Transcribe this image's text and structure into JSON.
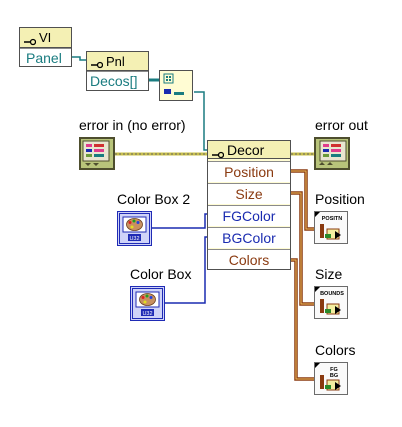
{
  "vi_node": {
    "title": "VI",
    "property": "Panel"
  },
  "pnl_node": {
    "title": "Pnl",
    "property": "Decos[]"
  },
  "decor_node": {
    "title": "Decor",
    "properties": [
      {
        "label": "Position",
        "color": "#8a3a10"
      },
      {
        "label": "Size",
        "color": "#8a3a10"
      },
      {
        "label": "FGColor",
        "color": "#1a2bb0"
      },
      {
        "label": "BGColor",
        "color": "#1a2bb0"
      },
      {
        "label": "Colors",
        "color": "#8a3a10"
      }
    ]
  },
  "terminals": {
    "error_in": {
      "label": "error in (no error)"
    },
    "error_out": {
      "label": "error out"
    },
    "color_box_2": {
      "label": "Color Box 2",
      "type": "U32"
    },
    "color_box": {
      "label": "Color Box",
      "type": "U32"
    },
    "position": {
      "label": "Position",
      "icon_text": "POSITN"
    },
    "size": {
      "label": "Size",
      "icon_text": "BOUNDS"
    },
    "colors": {
      "label": "Colors",
      "icon_text": [
        "FG",
        "BG"
      ]
    }
  },
  "colors": {
    "error_wire": "#c8bf4a",
    "ref_wire": "#1a7c80",
    "u32_wire": "#1a2bb0",
    "cluster_wire": "#8a3a10"
  }
}
